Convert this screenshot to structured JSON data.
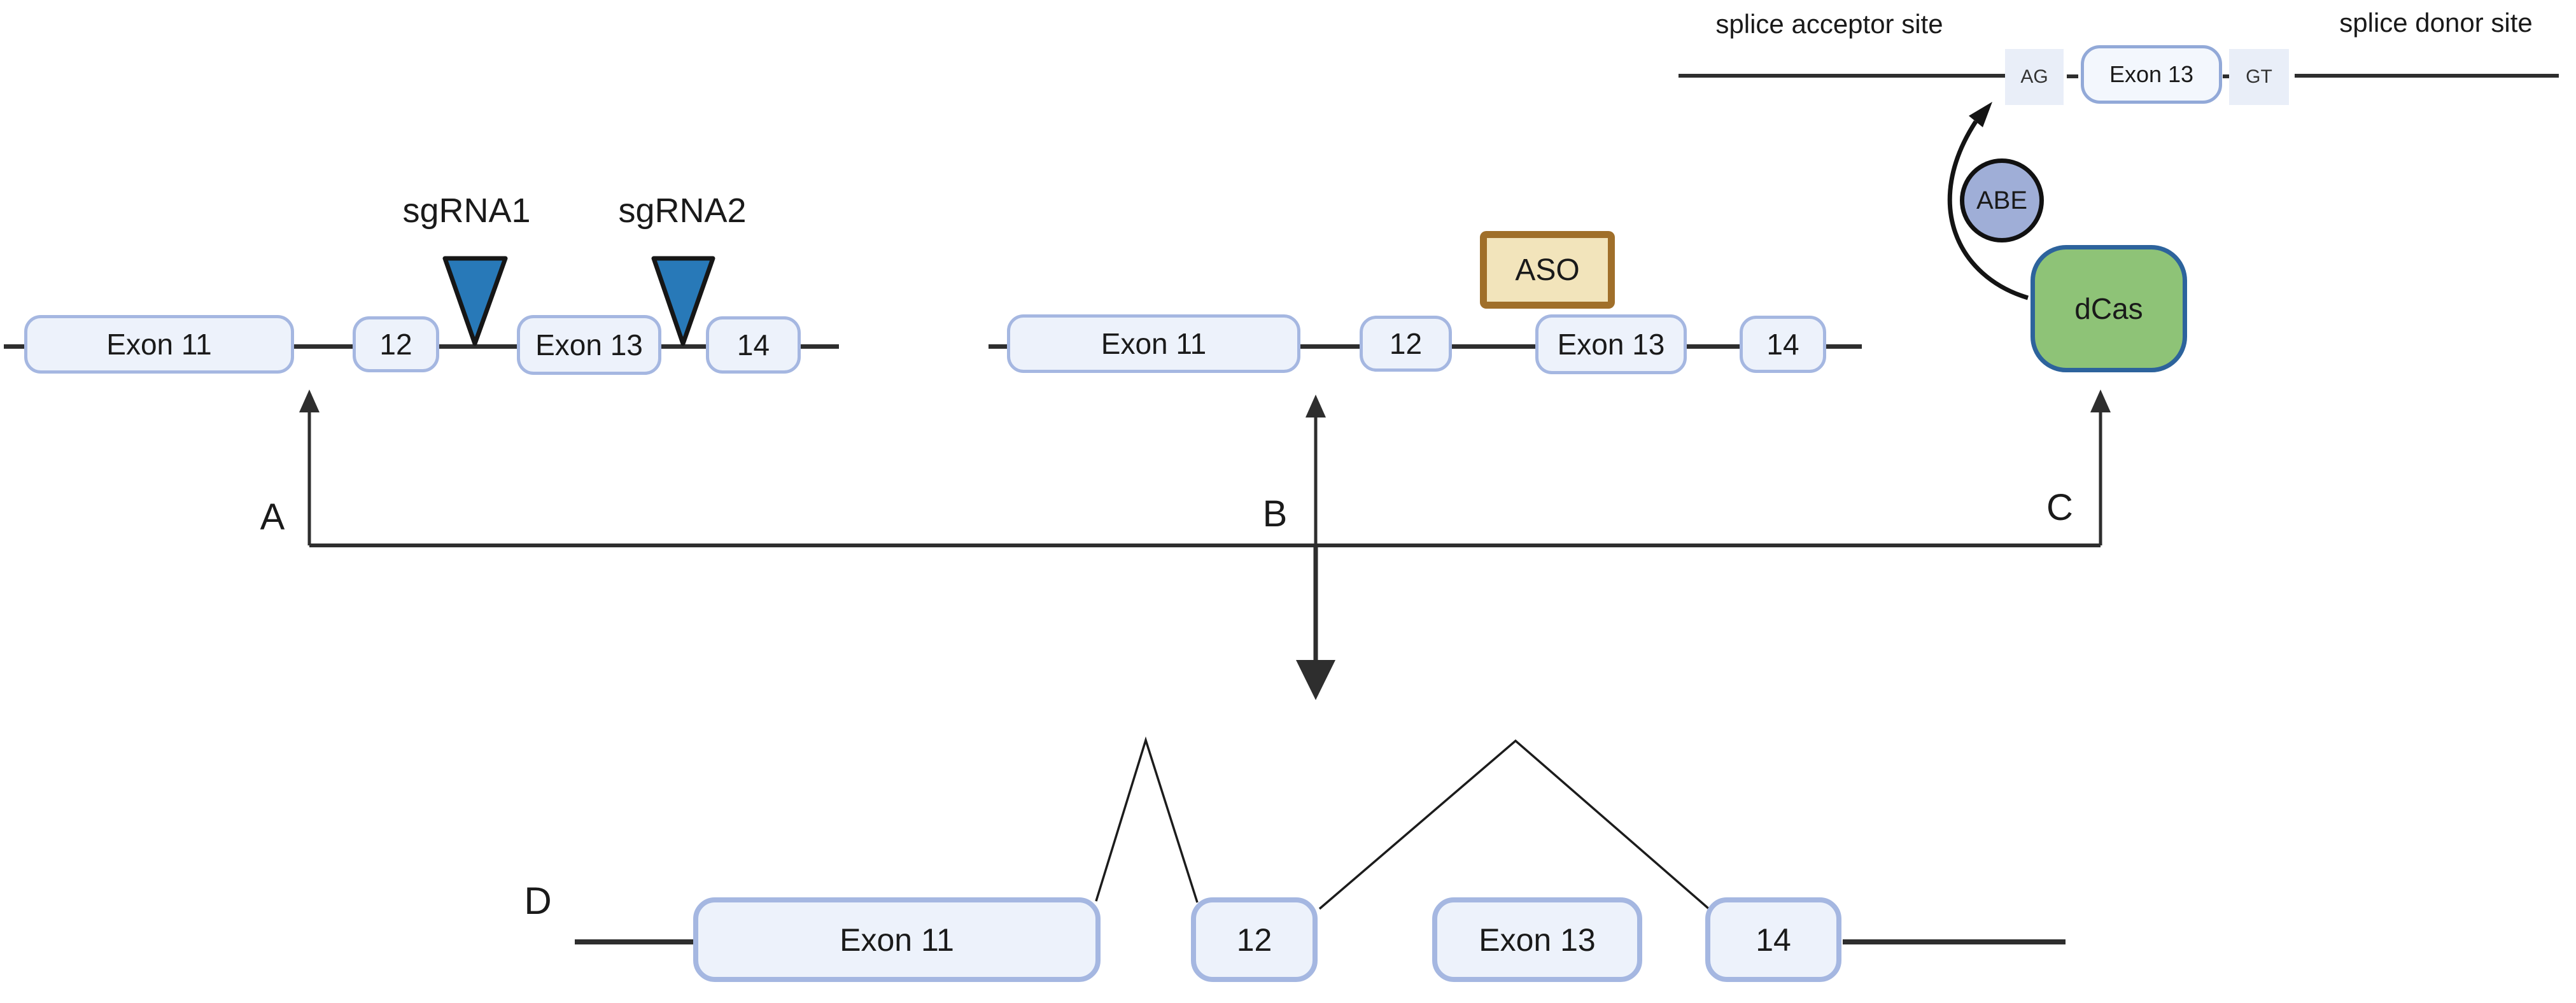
{
  "colors": {
    "text": "#1a1a1a",
    "line": "#2e2e2e",
    "exon_fill": "#edf2fb",
    "exon_border": "#a5b7e1",
    "triangle_fill": "#2879b8",
    "triangle_border": "#161616",
    "aso_fill": "#f2e4bb",
    "aso_border": "#a06f2a",
    "abe_fill": "#9faed7",
    "abe_border": "#111111",
    "dcas_fill": "#8ec377",
    "dcas_border": "#2d639c",
    "tag_bg": "#e9eef8",
    "pill_fill": "#f3f7fd",
    "pill_border": "#92a9d8"
  },
  "panels": {
    "a": {
      "label": "A",
      "sgrna1": "sgRNA1",
      "sgrna2": "sgRNA2",
      "exons": [
        "Exon 11",
        "12",
        "Exon 13",
        "14"
      ]
    },
    "b": {
      "label": "B",
      "aso": "ASO",
      "exons": [
        "Exon 11",
        "12",
        "Exon 13",
        "14"
      ]
    },
    "c": {
      "label": "C",
      "splice_acceptor": "splice acceptor site",
      "splice_donor": "splice donor site",
      "ag": "AG",
      "exon": "Exon 13",
      "gt": "GT",
      "abe": "ABE",
      "dcas": "dCas"
    },
    "d": {
      "label": "D",
      "exons": [
        "Exon 11",
        "12",
        "Exon 13",
        "14"
      ]
    }
  }
}
